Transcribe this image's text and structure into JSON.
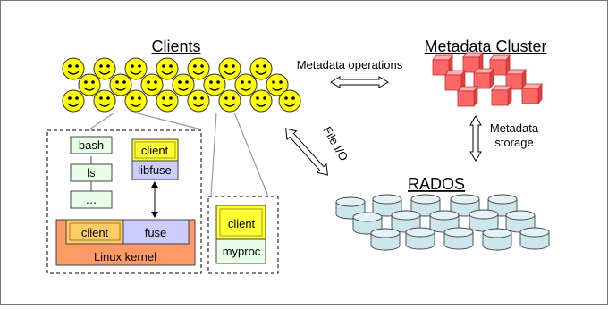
{
  "labels": {
    "clients": "Clients",
    "metadata_cluster": "Metadata Cluster",
    "metadata_operations": "Metadata operations",
    "metadata_storage": [
      "Metadata",
      "storage"
    ],
    "file_io": "File I/O",
    "rados": "RADOS"
  },
  "kernel_stack": {
    "processes": [
      "bash",
      "ls",
      "…"
    ],
    "kernel_client": "client",
    "fuse": "fuse",
    "kernel": "Linux kernel"
  },
  "libfuse_stack": {
    "client": "client",
    "library": "libfuse"
  },
  "myproc_stack": {
    "client": "client",
    "process": "myproc"
  },
  "colors": {
    "smiley_face": "#ffff00",
    "mds_cube": "#ff6666",
    "osd_disk": "#cce6ee",
    "process_box": "#e6ffe6",
    "client_box": "#ffff33",
    "fuse_box": "#ccccff",
    "kernel_box": "#ff9966",
    "kernel_client_box": "#ffcc66"
  },
  "icons": {
    "client": "smiley-face-icon",
    "metadata_server": "cube-icon",
    "storage_device": "disk-cylinder-icon"
  }
}
